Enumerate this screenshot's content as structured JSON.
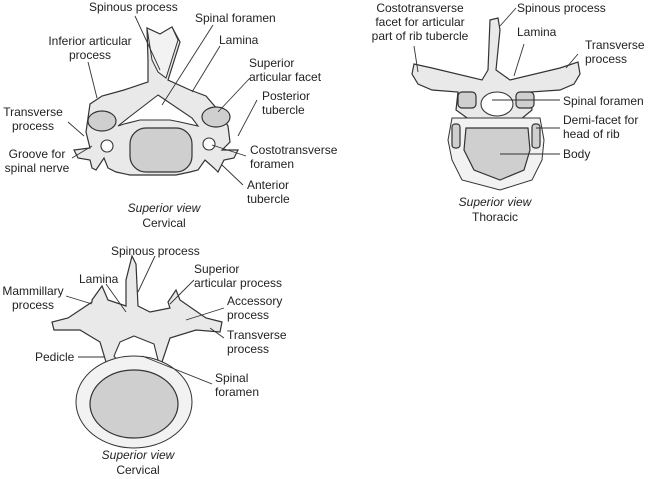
{
  "figures": [
    {
      "id": "cervical-top",
      "caption_view": "Superior view",
      "caption_region": "Cervical",
      "labels": {
        "spinous_process": "Spinous process",
        "spinal_foramen": "Spinal foramen",
        "inferior_articular_process_1": "Inferior articular",
        "inferior_articular_process_2": "process",
        "lamina": "Lamina",
        "superior_articular_facet_1": "Superior",
        "superior_articular_facet_2": "articular facet",
        "posterior_tubercle_1": "Posterior",
        "posterior_tubercle_2": "tubercle",
        "transverse_process_1": "Transverse",
        "transverse_process_2": "process",
        "groove_1": "Groove for",
        "groove_2": "spinal nerve",
        "costotransverse_foramen_1": "Costotransverse",
        "costotransverse_foramen_2": "foramen",
        "anterior_tubercle_1": "Anterior",
        "anterior_tubercle_2": "tubercle"
      }
    },
    {
      "id": "thoracic",
      "caption_view": "Superior view",
      "caption_region": "Thoracic",
      "labels": {
        "costotransverse_facet_1": "Costotransverse",
        "costotransverse_facet_2": "facet for articular",
        "costotransverse_facet_3": "part of rib tubercle",
        "spinous_process": "Spinous process",
        "lamina": "Lamina",
        "transverse_process_1": "Transverse",
        "transverse_process_2": "process",
        "spinal_foramen": "Spinal foramen",
        "demi_facet_1": "Demi-facet for",
        "demi_facet_2": "head of rib",
        "body": "Body"
      }
    },
    {
      "id": "cervical-bottom",
      "caption_view": "Superior view",
      "caption_region": "Cervical",
      "labels": {
        "spinous_process": "Spinous process",
        "lamina": "Lamina",
        "superior_articular_process_1": "Superior",
        "superior_articular_process_2": "articular process",
        "mammillary_process_1": "Mammillary",
        "mammillary_process_2": "process",
        "accessory_process_1": "Accessory",
        "accessory_process_2": "process",
        "transverse_process_1": "Transverse",
        "transverse_process_2": "process",
        "pedicle": "Pedicle",
        "spinal_foramen_1": "Spinal",
        "spinal_foramen_2": "foramen"
      }
    }
  ]
}
